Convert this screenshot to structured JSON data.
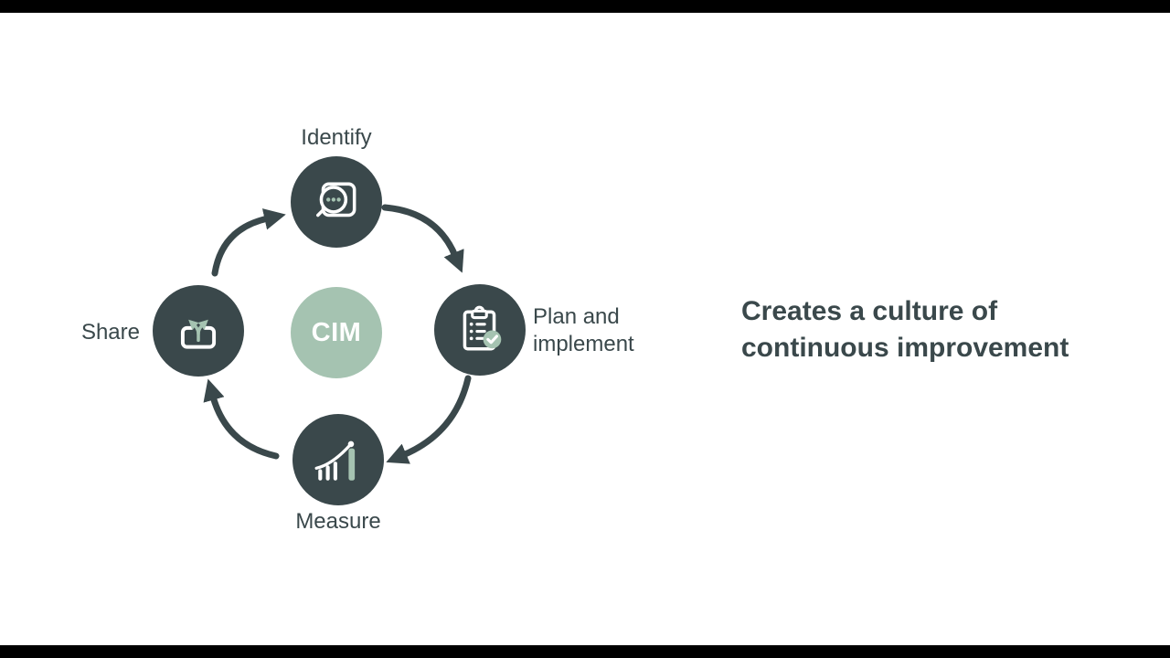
{
  "colors": {
    "dark": "#3a484b",
    "accent": "#a5c3b1",
    "white": "#ffffff",
    "background": "#ffffff",
    "letterbox": "#000000"
  },
  "diagram": {
    "center_label": "CIM",
    "steps": [
      {
        "id": "identify",
        "label": "Identify"
      },
      {
        "id": "plan-and-implement",
        "label": "Plan and implement"
      },
      {
        "id": "measure",
        "label": "Measure"
      },
      {
        "id": "share",
        "label": "Share"
      }
    ]
  },
  "headline": {
    "line1": "Creates a culture of",
    "line2": "continuous improvement"
  }
}
